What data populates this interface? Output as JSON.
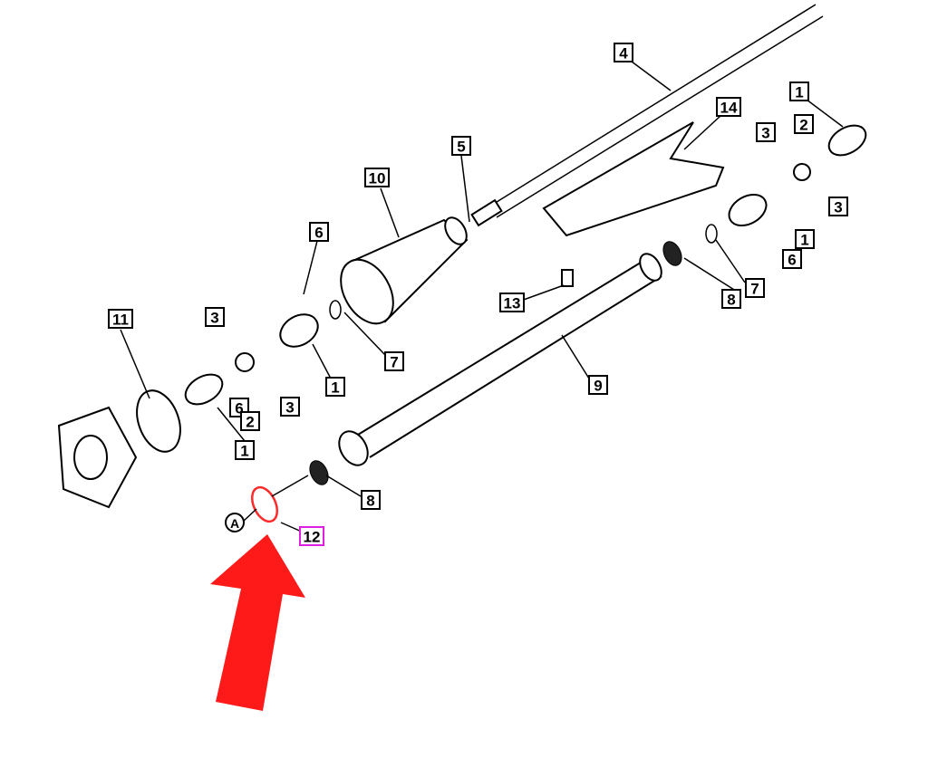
{
  "labels": [
    "4",
    "14",
    "1",
    "2",
    "3",
    "3",
    "1",
    "6",
    "7",
    "8",
    "5",
    "10",
    "6",
    "13",
    "9",
    "7",
    "1",
    "11",
    "3",
    "3",
    "6",
    "2",
    "1",
    "8",
    "12"
  ],
  "reference_marker": "A",
  "highlighted_part": "12",
  "colors": {
    "highlight_part": "#ff2a2a",
    "highlight_label_border": "#e020e0",
    "arrow": "#ff1a1a"
  }
}
